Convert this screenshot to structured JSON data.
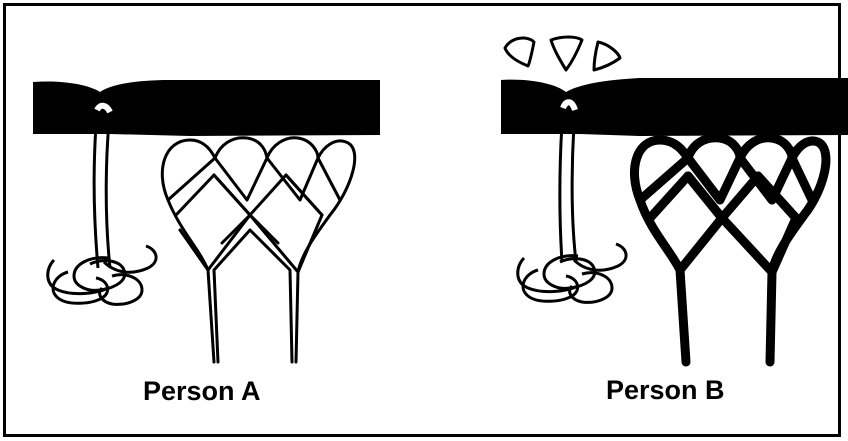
{
  "panels": [
    {
      "label": "Person A",
      "scent_particles_visible": false,
      "receptor_style": "thin outline"
    },
    {
      "label": "Person B",
      "scent_particles_visible": true,
      "receptor_style": "thick dark"
    }
  ],
  "colors": {
    "ink": "#000000",
    "background": "#ffffff"
  }
}
